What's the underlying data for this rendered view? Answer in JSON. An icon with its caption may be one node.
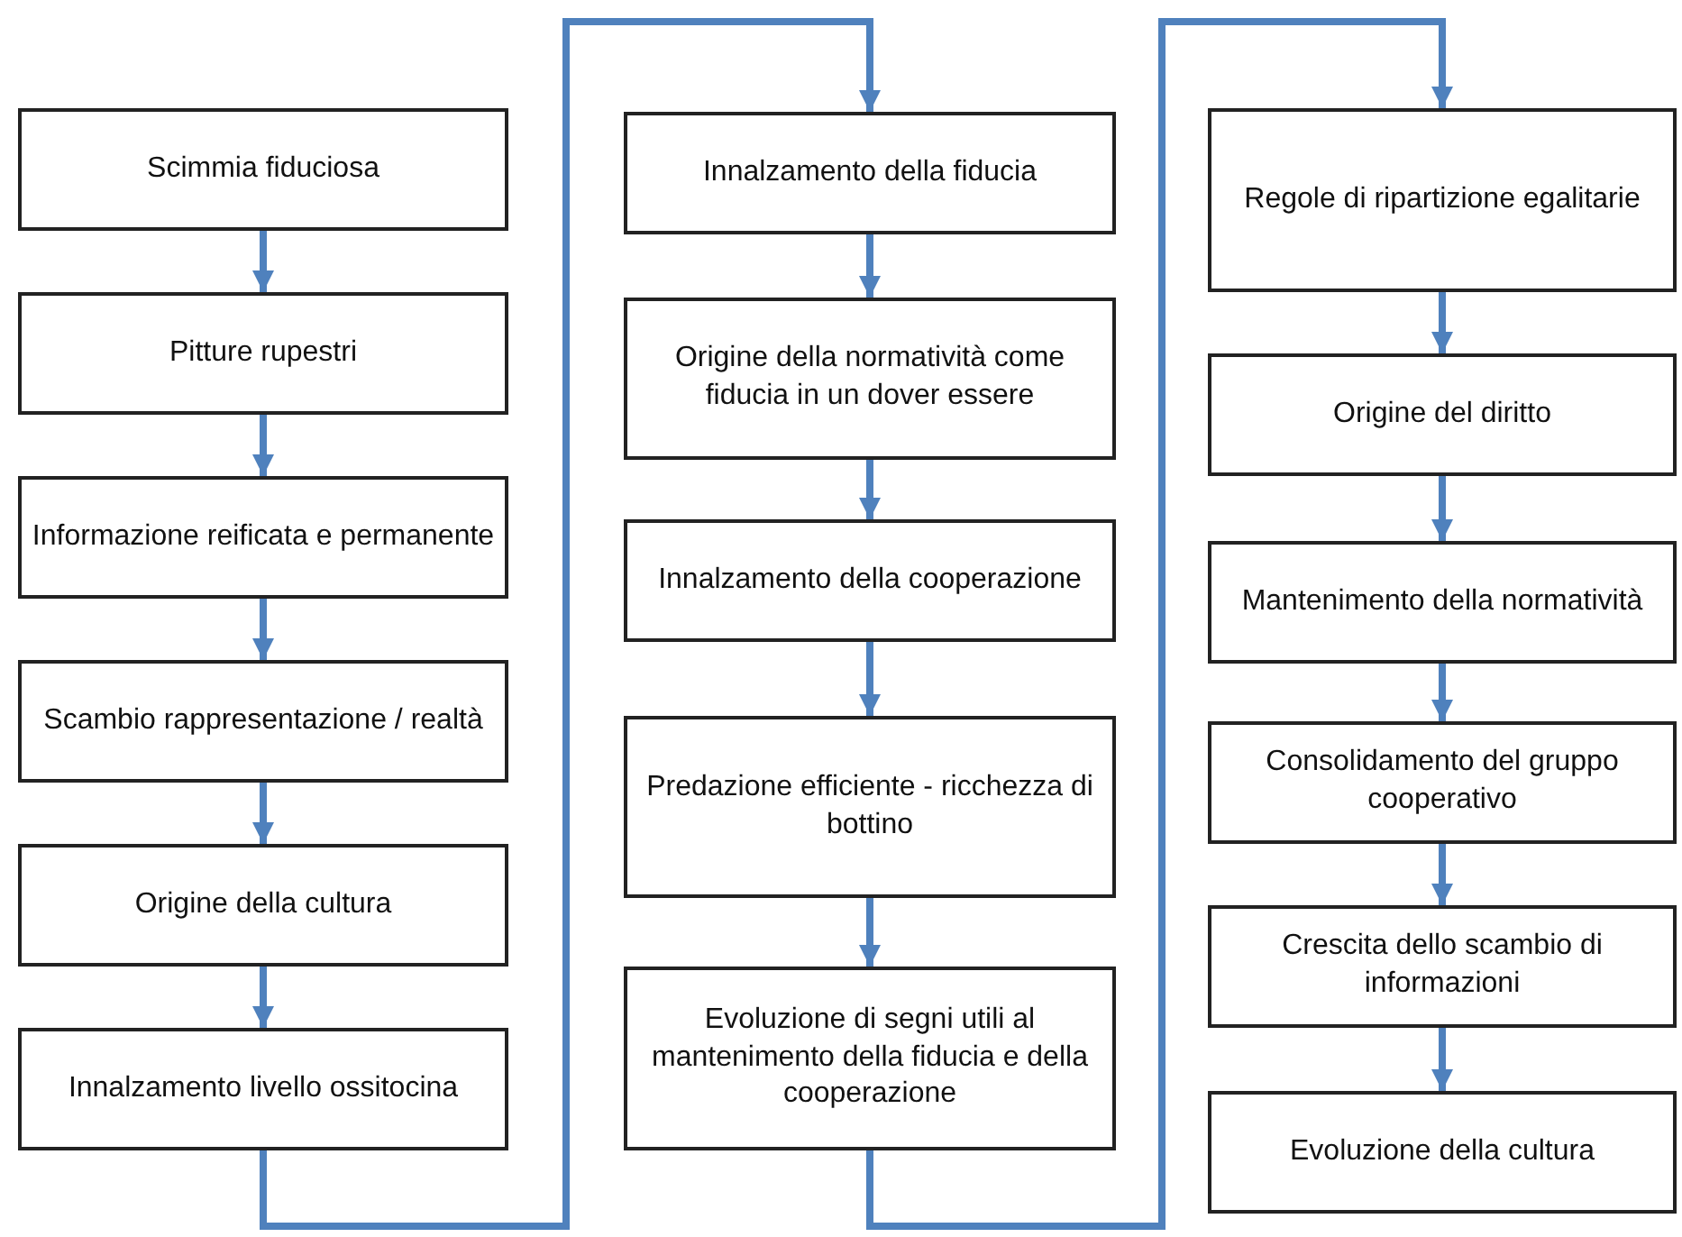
{
  "diagram": {
    "nodes": [
      {
        "text": [
          "Scimmia fiduciosa"
        ]
      },
      {
        "text": [
          "Pitture rupestri"
        ]
      },
      {
        "text": [
          "Informazione reificata e permanente"
        ]
      },
      {
        "text": [
          "Scambio rappresentazione / realtà"
        ]
      },
      {
        "text": [
          "Origine della cultura"
        ]
      },
      {
        "text": [
          "Innalzamento livello ossitocina"
        ]
      },
      {
        "text": [
          "Innalzamento della fiducia"
        ]
      },
      {
        "text": [
          "Origine della normatività come fiducia in un dover essere"
        ]
      },
      {
        "text": [
          "Innalzamento della cooperazione"
        ]
      },
      {
        "text": [
          "Predazione efficiente - ricchezza di bottino"
        ]
      },
      {
        "text": [
          "Evoluzione di segni utili al mantenimento della fiducia e della cooperazione"
        ]
      },
      {
        "text": [
          "Regole di ripartizione egalitarie"
        ]
      },
      {
        "text": [
          "Origine del diritto"
        ]
      },
      {
        "text": [
          "Mantenimento della normatività"
        ]
      },
      {
        "text": [
          "Consolidamento del gruppo cooperativo"
        ]
      },
      {
        "text": [
          "Crescita dello scambio di informazioni"
        ]
      },
      {
        "text": [
          "Evoluzione della cultura"
        ]
      }
    ],
    "edges": [
      {
        "from": 0,
        "to": 1,
        "arrow": "to"
      },
      {
        "from": 1,
        "to": 2,
        "arrow": "to"
      },
      {
        "from": 2,
        "to": 3,
        "arrow": "to"
      },
      {
        "from": 3,
        "to": 4,
        "arrow": "to"
      },
      {
        "from": 4,
        "to": 5,
        "arrow": "to"
      },
      {
        "from": 5,
        "to": 6,
        "arrow": "to"
      },
      {
        "from": 6,
        "to": 7,
        "arrow": "to"
      },
      {
        "from": 7,
        "to": 8,
        "arrow": "to"
      },
      {
        "from": 8,
        "to": 9,
        "arrow": "to"
      },
      {
        "from": 9,
        "to": 10,
        "arrow": "to"
      },
      {
        "from": 10,
        "to": 11,
        "arrow": "to"
      },
      {
        "from": 11,
        "to": 12,
        "arrow": "to"
      },
      {
        "from": 12,
        "to": 13,
        "arrow": "to"
      },
      {
        "from": 13,
        "to": 14,
        "arrow": "to"
      },
      {
        "from": 14,
        "to": 15,
        "arrow": "to"
      },
      {
        "from": 15,
        "to": 16,
        "arrow": "to"
      }
    ]
  }
}
